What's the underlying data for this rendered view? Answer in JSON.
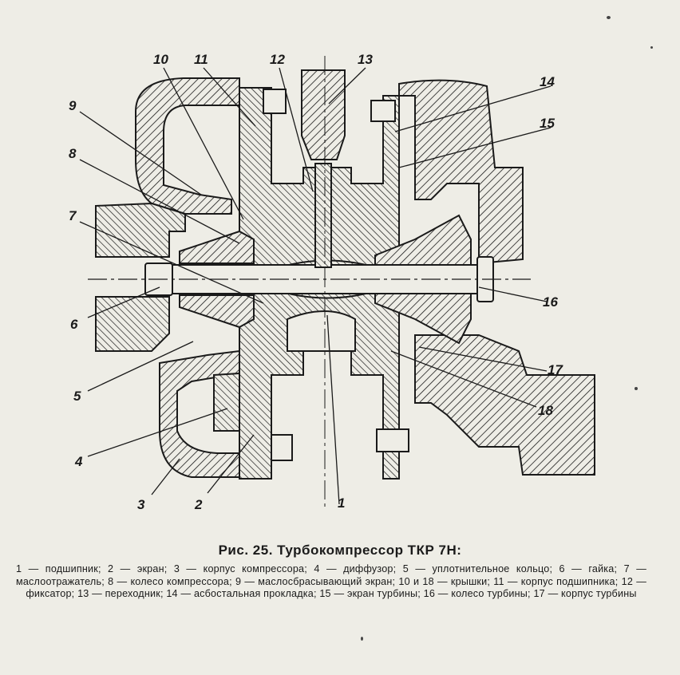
{
  "figure": {
    "callouts": [
      {
        "key": "n1",
        "text": "1"
      },
      {
        "key": "n2",
        "text": "2"
      },
      {
        "key": "n3",
        "text": "3"
      },
      {
        "key": "n4",
        "text": "4"
      },
      {
        "key": "n5",
        "text": "5"
      },
      {
        "key": "n6",
        "text": "6"
      },
      {
        "key": "n7",
        "text": "7"
      },
      {
        "key": "n8",
        "text": "8"
      },
      {
        "key": "n9",
        "text": "9"
      },
      {
        "key": "n10",
        "text": "10"
      },
      {
        "key": "n11",
        "text": "11"
      },
      {
        "key": "n12",
        "text": "12"
      },
      {
        "key": "n13",
        "text": "13"
      },
      {
        "key": "n14",
        "text": "14"
      },
      {
        "key": "n15",
        "text": "15"
      },
      {
        "key": "n16",
        "text": "16"
      },
      {
        "key": "n17",
        "text": "17"
      },
      {
        "key": "n18",
        "text": "18"
      }
    ]
  },
  "caption": {
    "title": "Рис. 25. Турбокомпрессор ТКР 7Н:",
    "body": "1 — подшипник; 2 — экран; 3 — корпус компрессора; 4 — диффузор; 5 — уплотнительное кольцо; 6 — гайка; 7 — маслоотражатель; 8 — колесо компрессора; 9 — маслосбрасывающий экран; 10 и 18 — крышки; 11 — корпус подшипника; 12 — фиксатор; 13 — переходник; 14 — асбостальная прокладка; 15 — экран турбины; 16 — колесо турбины; 17 — корпус турбины"
  },
  "colors": {
    "paper": "#eeede6",
    "ink": "#1a1a1a"
  }
}
